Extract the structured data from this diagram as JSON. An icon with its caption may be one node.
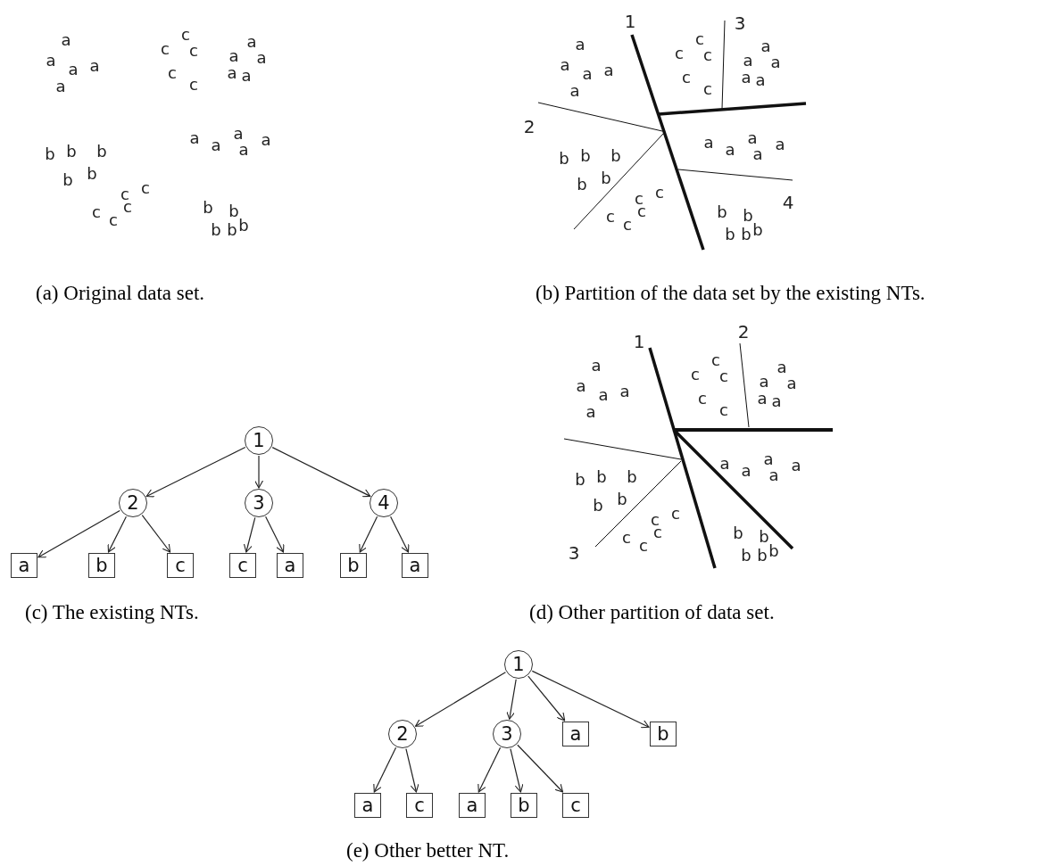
{
  "diagram": {
    "nodes": [
      {
        "text": [
          "1"
        ]
      },
      {
        "text": [
          "2"
        ]
      },
      {
        "text": [
          "3"
        ]
      },
      {
        "text": [
          "4"
        ]
      },
      {
        "text": [
          "a"
        ]
      },
      {
        "text": [
          "b"
        ]
      },
      {
        "text": [
          "c"
        ]
      },
      {
        "text": [
          "c"
        ]
      },
      {
        "text": [
          "a"
        ]
      },
      {
        "text": [
          "b"
        ]
      },
      {
        "text": [
          "a"
        ]
      },
      {
        "text": [
          "1"
        ]
      },
      {
        "text": [
          "2"
        ]
      },
      {
        "text": [
          "3"
        ]
      },
      {
        "text": [
          "a"
        ]
      },
      {
        "text": [
          "b"
        ]
      },
      {
        "text": [
          "a"
        ]
      },
      {
        "text": [
          "c"
        ]
      },
      {
        "text": [
          "a"
        ]
      },
      {
        "text": [
          "b"
        ]
      },
      {
        "text": [
          "c"
        ]
      }
    ],
    "edges": [
      {
        "from": 0,
        "to": 1,
        "arrow": "to"
      },
      {
        "from": 0,
        "to": 2,
        "arrow": "to"
      },
      {
        "from": 0,
        "to": 3,
        "arrow": "to"
      },
      {
        "from": 1,
        "to": 4,
        "arrow": "to"
      },
      {
        "from": 1,
        "to": 5,
        "arrow": "to"
      },
      {
        "from": 1,
        "to": 6,
        "arrow": "to"
      },
      {
        "from": 2,
        "to": 7,
        "arrow": "to"
      },
      {
        "from": 2,
        "to": 8,
        "arrow": "to"
      },
      {
        "from": 3,
        "to": 9,
        "arrow": "to"
      },
      {
        "from": 3,
        "to": 10,
        "arrow": "to"
      },
      {
        "from": 11,
        "to": 12,
        "arrow": "to"
      },
      {
        "from": 11,
        "to": 13,
        "arrow": "to"
      },
      {
        "from": 11,
        "to": 14,
        "arrow": "to"
      },
      {
        "from": 11,
        "to": 15,
        "arrow": "to"
      },
      {
        "from": 12,
        "to": 16,
        "arrow": "to"
      },
      {
        "from": 12,
        "to": 17,
        "arrow": "to"
      },
      {
        "from": 13,
        "to": 18,
        "arrow": "to"
      },
      {
        "from": 13,
        "to": 19,
        "arrow": "to"
      },
      {
        "from": 13,
        "to": 20,
        "arrow": "to"
      }
    ],
    "labels": [
      "a",
      "a",
      "a",
      "a",
      "a",
      "c",
      "c",
      "c",
      "c",
      "c",
      "a",
      "a",
      "a",
      "a",
      "a",
      "b",
      "b",
      "b",
      "b",
      "b",
      "c",
      "c",
      "c",
      "c",
      "c",
      "a",
      "a",
      "a",
      "a",
      "a",
      "b",
      "b",
      "b",
      "b",
      "b",
      "1",
      "3",
      "2",
      "4",
      "a",
      "a",
      "a",
      "a",
      "a",
      "c",
      "c",
      "c",
      "c",
      "c",
      "a",
      "a",
      "a",
      "a",
      "a",
      "b",
      "b",
      "b",
      "b",
      "b",
      "c",
      "c",
      "c",
      "c",
      "c",
      "a",
      "a",
      "a",
      "a",
      "a",
      "b",
      "b",
      "b",
      "b",
      "b",
      "(a) Original data set.",
      "(b) Partition of the data set by the existing NTs.",
      "1",
      "2",
      "3",
      "a",
      "a",
      "a",
      "a",
      "a",
      "c",
      "c",
      "c",
      "c",
      "c",
      "a",
      "a",
      "a",
      "a",
      "a",
      "b",
      "b",
      "b",
      "b",
      "b",
      "c",
      "c",
      "c",
      "c",
      "c",
      "a",
      "a",
      "a",
      "a",
      "a",
      "b",
      "b",
      "b",
      "b",
      "b",
      "(c) The existing NTs.",
      "(d) Other partition of data set.",
      "(e) Other better NT."
    ]
  }
}
